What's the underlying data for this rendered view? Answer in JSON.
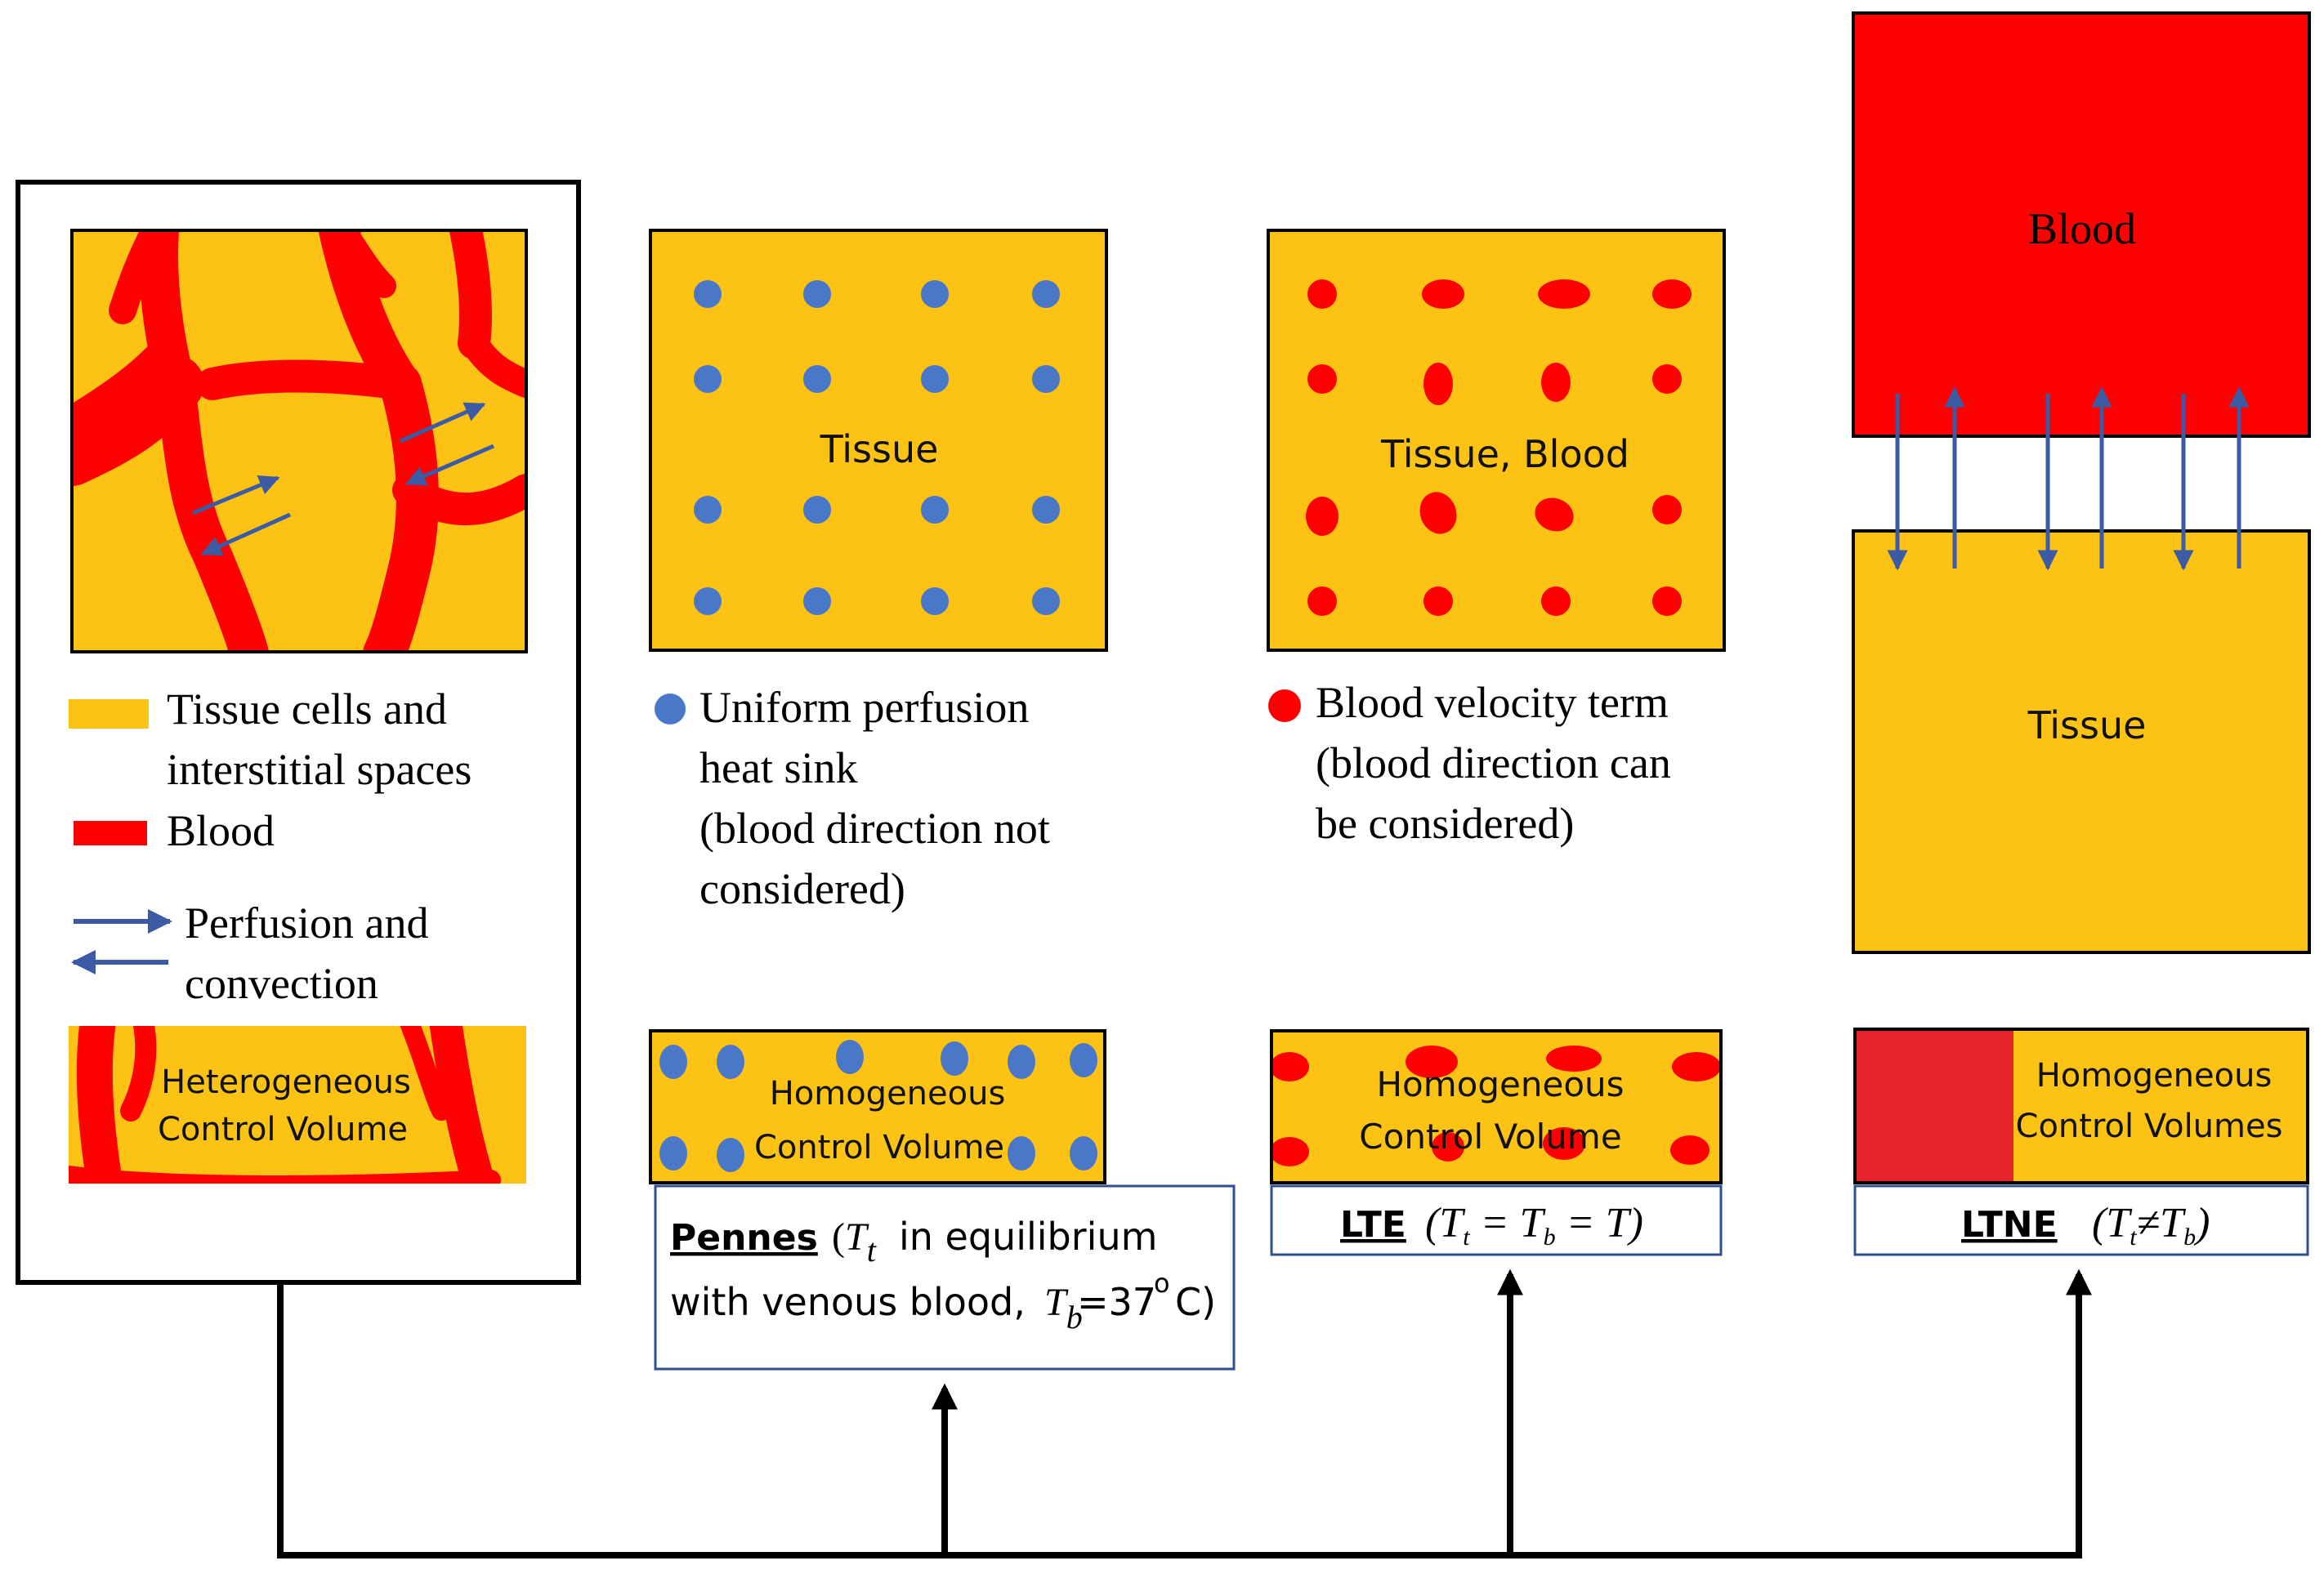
{
  "colors": {
    "tissue": "#FCC314",
    "blood": "#FF0000",
    "blood_dark": "#E8222A",
    "perfusion_dot": "#4A78C8",
    "arrow": "#3B5BA5",
    "outline": "#000000",
    "box_border": "#2F4F8F"
  },
  "panel1": {
    "legend": {
      "tissue_line1": "Tissue cells and",
      "tissue_line2": "interstitial spaces",
      "blood": "Blood",
      "perfusion_line1": "Perfusion and",
      "perfusion_line2": "convection"
    },
    "cv_line1": "Heterogeneous",
    "cv_line2": "Control Volume"
  },
  "panel2": {
    "label": "Tissue",
    "note_line1": "Uniform perfusion",
    "note_line2": "heat sink",
    "note_line3": "(blood direction not",
    "note_line4": "considered)",
    "cv_line1": "Homogeneous",
    "cv_line2": "Control Volume",
    "model": "Pennes",
    "desc_part1": "in equilibrium",
    "desc_part2": "with venous blood,",
    "desc_temp": "=37",
    "desc_deg": "o",
    "desc_unit": "C)"
  },
  "panel3": {
    "label": "Tissue, Blood",
    "note_line1": "Blood velocity term",
    "note_line2": "(blood direction can",
    "note_line3": "be considered)",
    "cv_line1": "Homogeneous",
    "cv_line2": "Control Volume",
    "model": "LTE"
  },
  "panel4": {
    "blood_label": "Blood",
    "tissue_label": "Tissue",
    "cv_line1": "Homogeneous",
    "cv_line2": "Control Volumes",
    "model": "LTNE"
  }
}
